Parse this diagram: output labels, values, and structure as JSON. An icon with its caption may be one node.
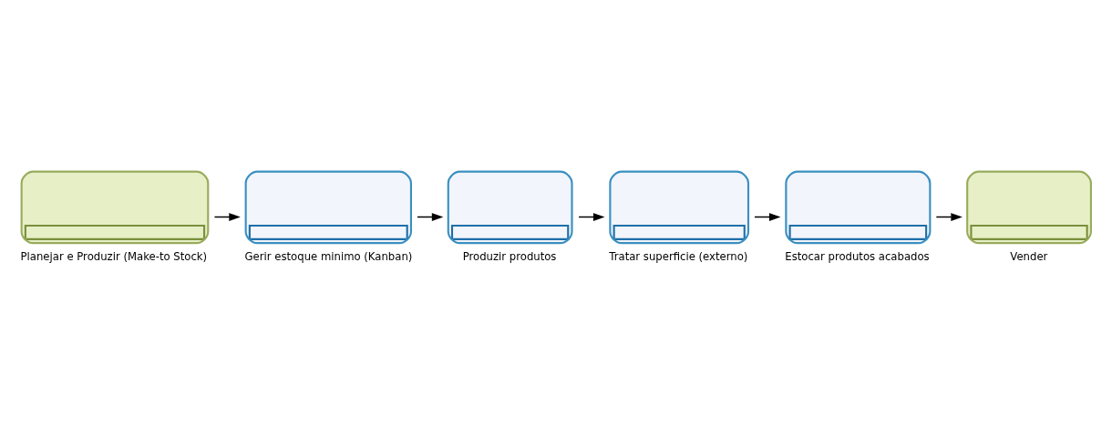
{
  "diagram": {
    "nodes": [
      {
        "text": [
          "Planejar e Produzir (Make-to Stock)"
        ]
      },
      {
        "text": [
          "Gerir estoque minimo (Kanban)"
        ]
      },
      {
        "text": [
          "Produzir produtos"
        ]
      },
      {
        "text": [
          "Tratar superficie (externo)"
        ]
      },
      {
        "text": [
          "Estocar produtos acabados"
        ]
      },
      {
        "text": [
          "Vender"
        ]
      }
    ],
    "edges": [
      {
        "from": 0,
        "to": 1,
        "arrow": "to"
      },
      {
        "from": 1,
        "to": 2,
        "arrow": "to"
      },
      {
        "from": 2,
        "to": 3,
        "arrow": "to"
      },
      {
        "from": 3,
        "to": 4,
        "arrow": "to"
      },
      {
        "from": 4,
        "to": 5,
        "arrow": "to"
      }
    ]
  }
}
